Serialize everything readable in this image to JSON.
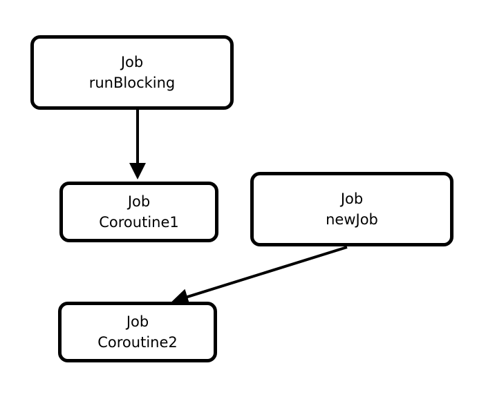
{
  "nodes": {
    "runblocking": {
      "type": "Job",
      "name": "runBlocking"
    },
    "coroutine1": {
      "type": "Job",
      "name": "Coroutine1"
    },
    "newjob": {
      "type": "Job",
      "name": "newJob"
    },
    "coroutine2": {
      "type": "Job",
      "name": "Coroutine2"
    }
  },
  "edges": [
    {
      "from": "runBlocking",
      "to": "Coroutine1"
    },
    {
      "from": "newJob",
      "to": "Coroutine2"
    }
  ],
  "colors": {
    "stroke": "#000000",
    "background": "#ffffff"
  }
}
